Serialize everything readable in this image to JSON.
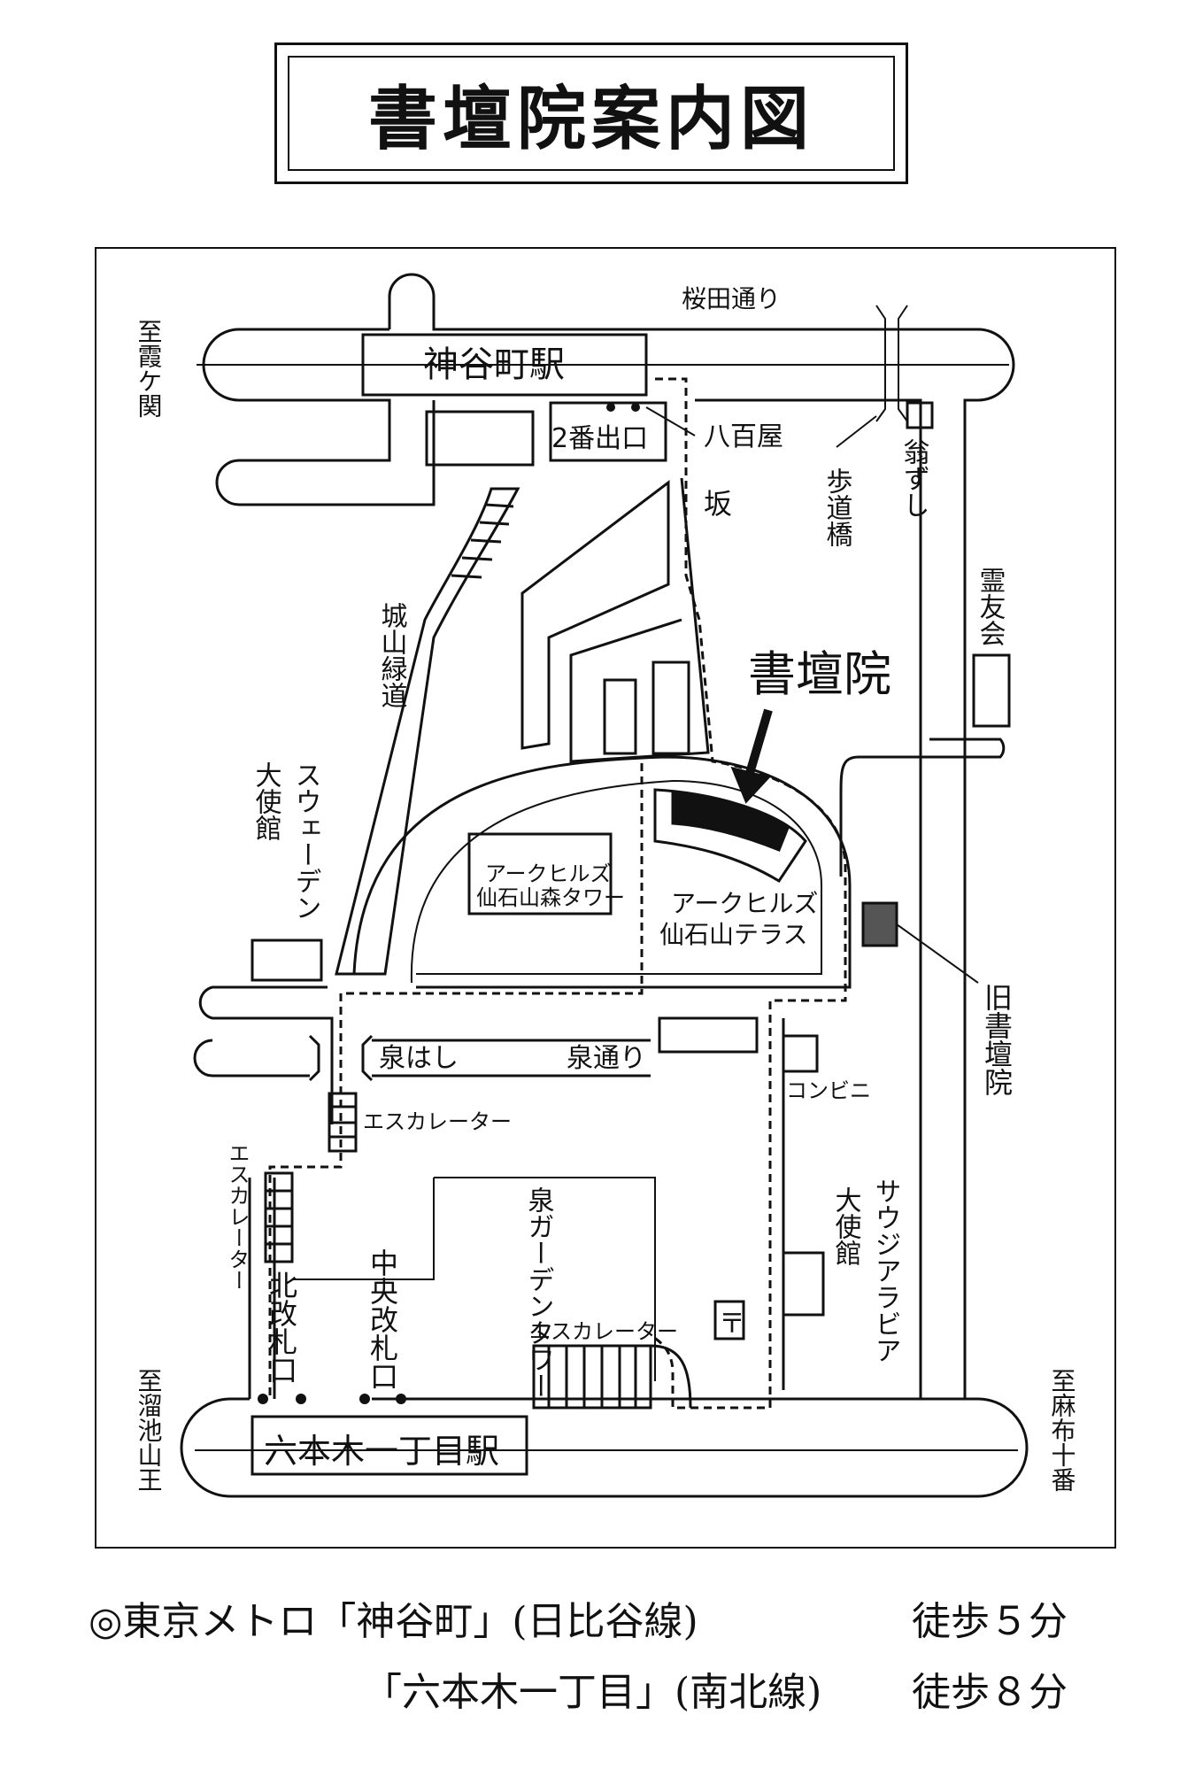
{
  "title": "書壇院案内図",
  "map": {
    "labels": {
      "sakurada_dori": "桜田通り",
      "kamiyacho_station": "神谷町駅",
      "exit2": "2番出口",
      "yaoya": "八百屋",
      "hodokyo": "歩道橋",
      "okinazushi": "翁ずし",
      "saka": "坂",
      "reiyukai": "霊友会",
      "shirayama_ryokudo": "城山緑道",
      "sweden_embassy_a": "スウェーデン",
      "sweden_embassy_b": "大使館",
      "shodanin": "書壇院",
      "ark_tower_a": "アークヒルズ",
      "ark_tower_b": "仙石山森タワー",
      "ark_terrace_a": "アークヒルズ",
      "ark_terrace_b": "仙石山テラス",
      "old_shodanin": "旧書壇院",
      "izumi_hashi": "泉はし",
      "izumi_dori": "泉通り",
      "konbini": "コンビニ",
      "escalator": "エスカレーター",
      "escalator_left": "エスカレーター",
      "escalator_bottom": "エスカレーター",
      "izumi_garden_tower": "泉ガーデンタワー",
      "saudi_embassy_a": "サウジアラビア",
      "saudi_embassy_b": "大使館",
      "post_office": "〒",
      "kita_kaisatsu": "北改札口",
      "chuo_kaisatsu": "中央改札口",
      "roppongi_station": "六本木一丁目駅",
      "to_kasumigaseki": "至霞ケ関",
      "to_tameike": "至溜池山王",
      "to_azabu": "至麻布十番"
    }
  },
  "access": {
    "line1_a": "◎東京メトロ「神谷町」(日比谷線)",
    "line1_b": "徒歩５分",
    "line2_a": "「六本木一丁目」(南北線)",
    "line2_b": "徒歩８分"
  }
}
